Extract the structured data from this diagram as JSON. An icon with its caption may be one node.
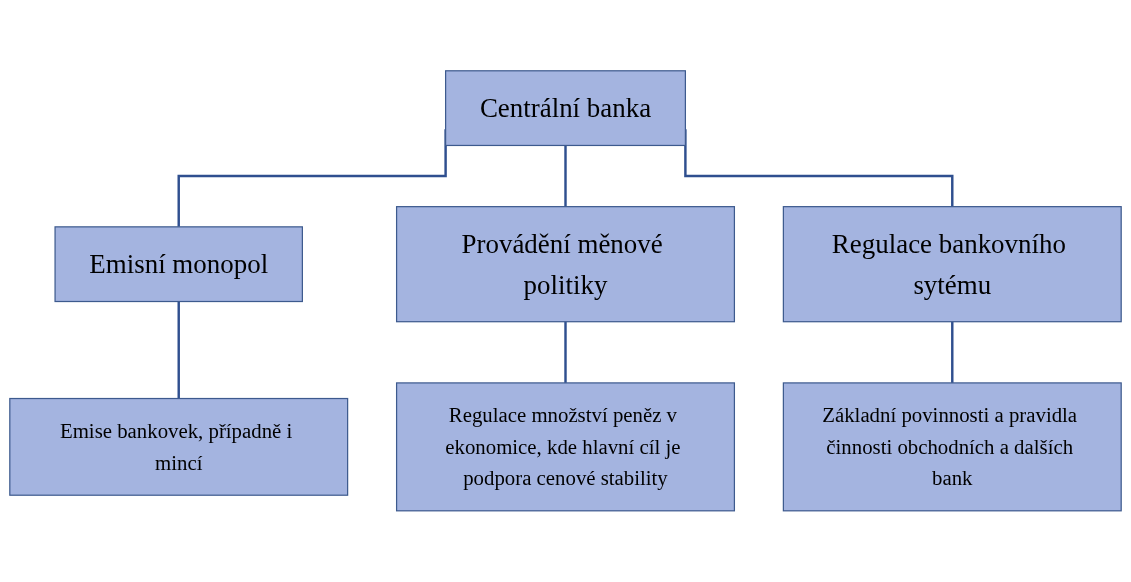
{
  "diagram": {
    "nodes": [
      {
        "text": [
          "Centrální banka"
        ]
      },
      {
        "text": [
          "Emisní monopol"
        ]
      },
      {
        "text": [
          "Provádění měnové politiky"
        ]
      },
      {
        "text": [
          "Regulace bankovního sytému"
        ]
      },
      {
        "text": [
          "Emise bankovek, případně i mincí"
        ]
      },
      {
        "text": [
          "Regulace množství peněz v ekonomice, kde hlavní cíl je podpora cenové stability"
        ]
      },
      {
        "text": [
          "Základní povinnosti a pravidla činnosti obchodních a dalších bank"
        ]
      }
    ],
    "edges": [
      {
        "from": 0,
        "to": 1,
        "arrow": "none"
      },
      {
        "from": 0,
        "to": 2,
        "arrow": "none"
      },
      {
        "from": 0,
        "to": 3,
        "arrow": "none"
      },
      {
        "from": 1,
        "to": 4,
        "arrow": "none"
      },
      {
        "from": 2,
        "to": 5,
        "arrow": "none"
      },
      {
        "from": 3,
        "to": 6,
        "arrow": "none"
      }
    ]
  }
}
